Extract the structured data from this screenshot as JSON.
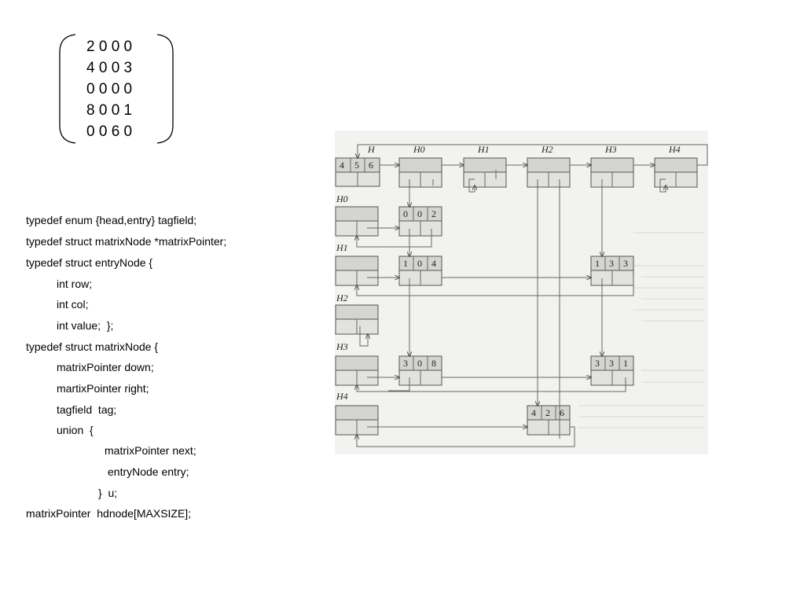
{
  "matrix": {
    "rows": [
      "2 0 0 0",
      "4 0 0 3",
      "0 0 0 0",
      "8 0 0 1",
      "0 0 6 0"
    ]
  },
  "code": {
    "lines": [
      "typedef enum {head,entry} tagfield;",
      "typedef struct matrixNode *matrixPointer;",
      "typedef struct entryNode {",
      "int row;",
      "int col;",
      "int value;  };",
      "typedef struct matrixNode {",
      "matrixPointer down;",
      "martixPointer right;",
      "tagfield  tag;",
      "union  {",
      "matrixPointer next;",
      "entryNode entry;",
      "}  u;",
      "matrixPointer  hdnode[MAXSIZE];"
    ]
  },
  "figure": {
    "top_labels": [
      "H",
      "H0",
      "H1",
      "H2",
      "H3",
      "H4"
    ],
    "side_labels": [
      "H0",
      "H1",
      "H2",
      "H3",
      "H4"
    ],
    "master_node": [
      "4",
      "5",
      "6"
    ],
    "entries": [
      {
        "row": "0",
        "col": "0",
        "value": "2"
      },
      {
        "row": "1",
        "col": "0",
        "value": "4"
      },
      {
        "row": "1",
        "col": "3",
        "value": "3"
      },
      {
        "row": "3",
        "col": "0",
        "value": "8"
      },
      {
        "row": "3",
        "col": "3",
        "value": "1"
      },
      {
        "row": "4",
        "col": "2",
        "value": "6"
      }
    ]
  }
}
